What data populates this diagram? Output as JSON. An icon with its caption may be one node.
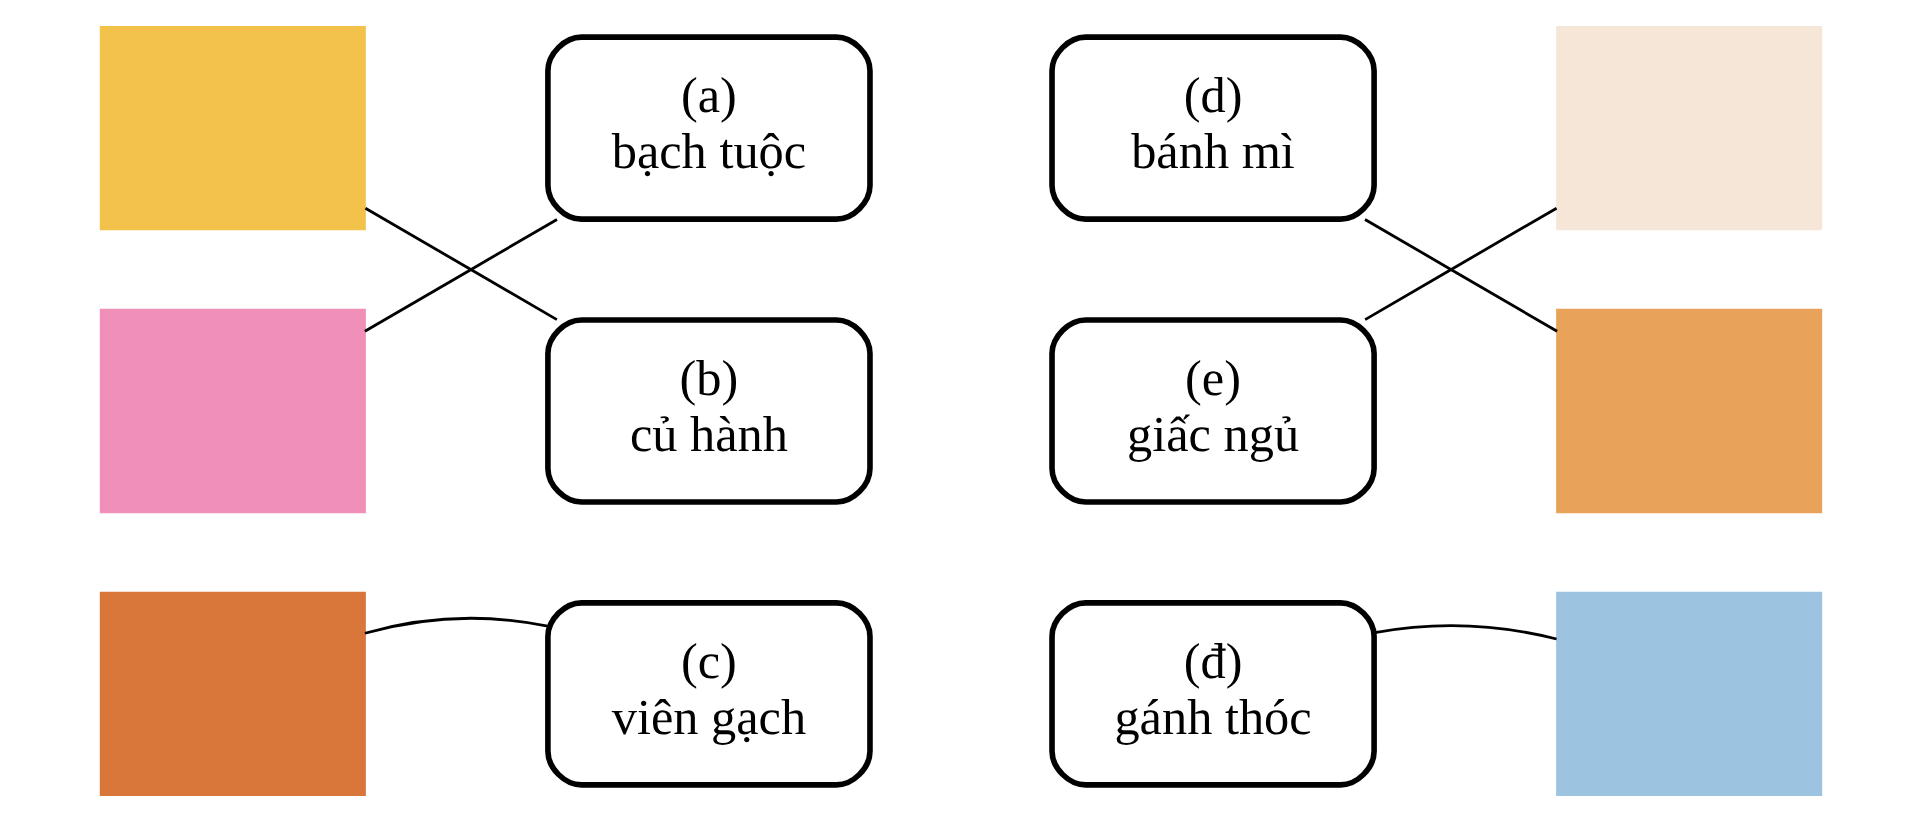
{
  "diagram": {
    "nodes": [
      {
        "text": [],
        "shape": "box"
      },
      {
        "text": [
          "(a)",
          "bạch tuộc"
        ]
      },
      {
        "text": [
          "(d)",
          "bánh mì"
        ]
      },
      {
        "text": [],
        "shape": "box"
      },
      {
        "text": [],
        "shape": "box"
      },
      {
        "text": [
          "(b)",
          "củ hành"
        ]
      },
      {
        "text": [
          "(e)",
          "giấc ngủ"
        ]
      },
      {
        "text": [],
        "shape": "box"
      },
      {
        "text": [],
        "shape": "box"
      },
      {
        "text": [
          "(c)",
          "viên gạch"
        ]
      },
      {
        "text": [
          "(đ)",
          "gánh thóc"
        ]
      },
      {
        "text": [],
        "shape": "box"
      }
    ],
    "edges": [
      {
        "from": 0,
        "to": 5,
        "arrow": "none"
      },
      {
        "from": 4,
        "to": 1,
        "arrow": "none"
      },
      {
        "from": 8,
        "to": 9,
        "arrow": "none"
      },
      {
        "from": 2,
        "to": 7,
        "arrow": "none"
      },
      {
        "from": 6,
        "to": 3,
        "arrow": "none"
      },
      {
        "from": 10,
        "to": 11,
        "arrow": "none"
      }
    ]
  }
}
